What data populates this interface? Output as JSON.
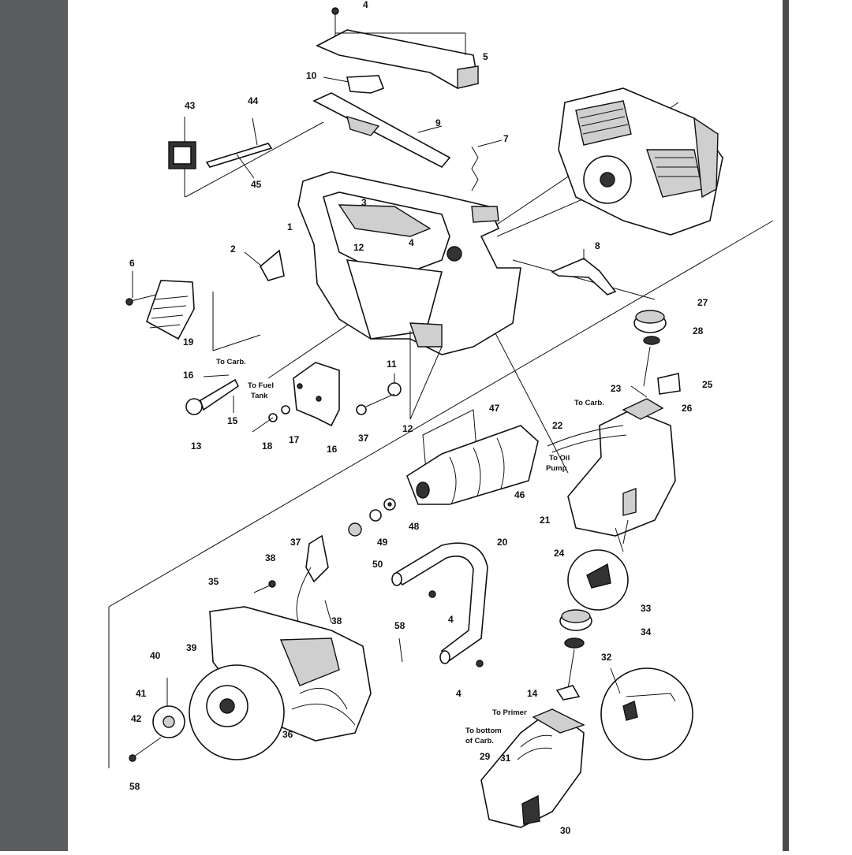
{
  "diagram": {
    "part_numbers": [
      {
        "id": "p4a",
        "text": "4"
      },
      {
        "id": "p5",
        "text": "5"
      },
      {
        "id": "p10",
        "text": "10"
      },
      {
        "id": "p9",
        "text": "9"
      },
      {
        "id": "p7",
        "text": "7"
      },
      {
        "id": "p43",
        "text": "43"
      },
      {
        "id": "p44",
        "text": "44"
      },
      {
        "id": "p45",
        "text": "45"
      },
      {
        "id": "p3",
        "text": "3"
      },
      {
        "id": "p1",
        "text": "1"
      },
      {
        "id": "p12a",
        "text": "12"
      },
      {
        "id": "p4b",
        "text": "4"
      },
      {
        "id": "p2",
        "text": "2"
      },
      {
        "id": "p8",
        "text": "8"
      },
      {
        "id": "p6",
        "text": "6"
      },
      {
        "id": "p19",
        "text": "19"
      },
      {
        "id": "p27",
        "text": "27"
      },
      {
        "id": "p28",
        "text": "28"
      },
      {
        "id": "p16a",
        "text": "16"
      },
      {
        "id": "p11",
        "text": "11"
      },
      {
        "id": "p23",
        "text": "23"
      },
      {
        "id": "p25",
        "text": "25"
      },
      {
        "id": "p26",
        "text": "26"
      },
      {
        "id": "p15",
        "text": "15"
      },
      {
        "id": "p13",
        "text": "13"
      },
      {
        "id": "p18",
        "text": "18"
      },
      {
        "id": "p17",
        "text": "17"
      },
      {
        "id": "p16b",
        "text": "16"
      },
      {
        "id": "p37a",
        "text": "37"
      },
      {
        "id": "p12b",
        "text": "12"
      },
      {
        "id": "p47",
        "text": "47"
      },
      {
        "id": "p22",
        "text": "22"
      },
      {
        "id": "p46",
        "text": "46"
      },
      {
        "id": "p48",
        "text": "48"
      },
      {
        "id": "p49",
        "text": "49"
      },
      {
        "id": "p50",
        "text": "50"
      },
      {
        "id": "p21",
        "text": "21"
      },
      {
        "id": "p20",
        "text": "20"
      },
      {
        "id": "p37b",
        "text": "37"
      },
      {
        "id": "p38a",
        "text": "38"
      },
      {
        "id": "p24",
        "text": "24"
      },
      {
        "id": "p35",
        "text": "35"
      },
      {
        "id": "p38b",
        "text": "38"
      },
      {
        "id": "p33",
        "text": "33"
      },
      {
        "id": "p4c",
        "text": "4"
      },
      {
        "id": "p58a",
        "text": "58"
      },
      {
        "id": "p34",
        "text": "34"
      },
      {
        "id": "p40",
        "text": "40"
      },
      {
        "id": "p39",
        "text": "39"
      },
      {
        "id": "p32",
        "text": "32"
      },
      {
        "id": "p4d",
        "text": "4"
      },
      {
        "id": "p41",
        "text": "41"
      },
      {
        "id": "p14",
        "text": "14"
      },
      {
        "id": "p42",
        "text": "42"
      },
      {
        "id": "p36",
        "text": "36"
      },
      {
        "id": "p29",
        "text": "29"
      },
      {
        "id": "p31",
        "text": "31"
      },
      {
        "id": "p58b",
        "text": "58"
      },
      {
        "id": "p30",
        "text": "30"
      }
    ],
    "notes": {
      "to_carb_1": "To Carb.",
      "to_fuel_tank_1": "To Fuel",
      "to_fuel_tank_2": "Tank",
      "to_carb_2": "To Carb.",
      "to_oil_pump_1": "To Oil",
      "to_oil_pump_2": "Pump",
      "to_primer": "To Primer",
      "to_bottom_1": "To bottom",
      "to_bottom_2": "of Carb."
    }
  }
}
